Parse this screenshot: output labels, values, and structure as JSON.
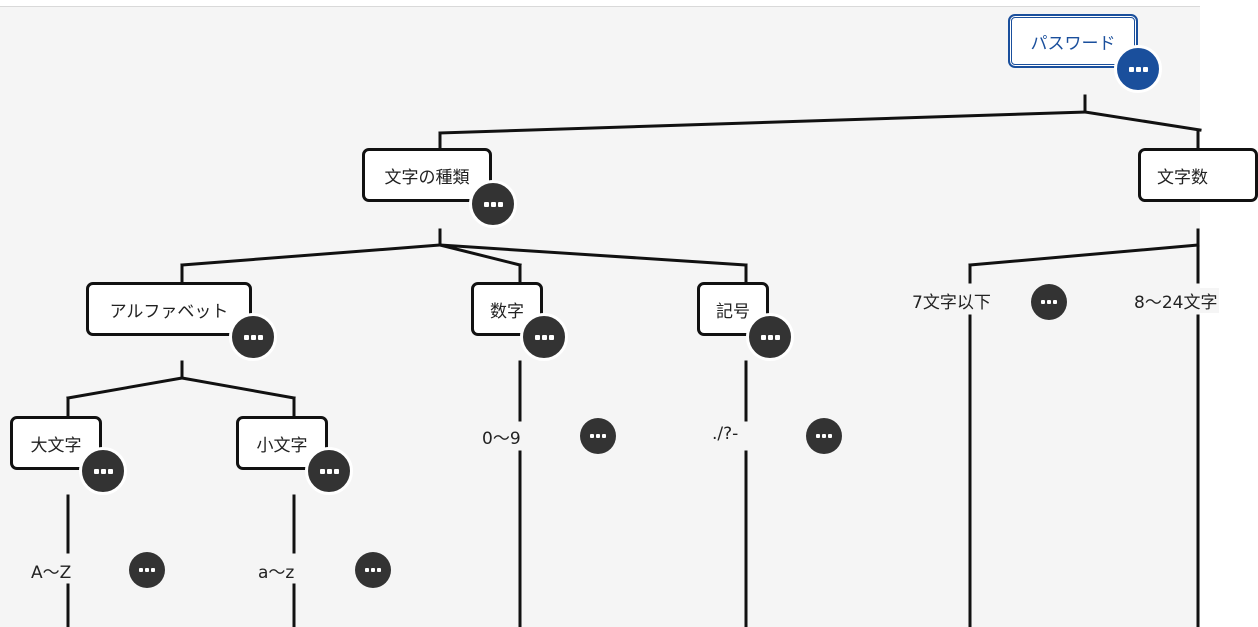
{
  "tree": {
    "root": "パスワード",
    "char_types": "文字の種類",
    "char_count": "文字数",
    "alphabet": "アルファベット",
    "digits": "数字",
    "symbols": "記号",
    "upper": "大文字",
    "lower": "小文字",
    "digits_range": "0〜9",
    "symbols_example": "./?-",
    "upper_range": "A〜Z",
    "lower_range": "a〜z",
    "len_short": "7文字以下",
    "len_ok": "8〜24文字"
  },
  "colors": {
    "root_accent": "#1a4f9c",
    "node_border": "#111111",
    "menu_button": "#333333",
    "canvas": "#f5f5f5"
  },
  "icons": {
    "node_menu": "more-dots-icon"
  }
}
